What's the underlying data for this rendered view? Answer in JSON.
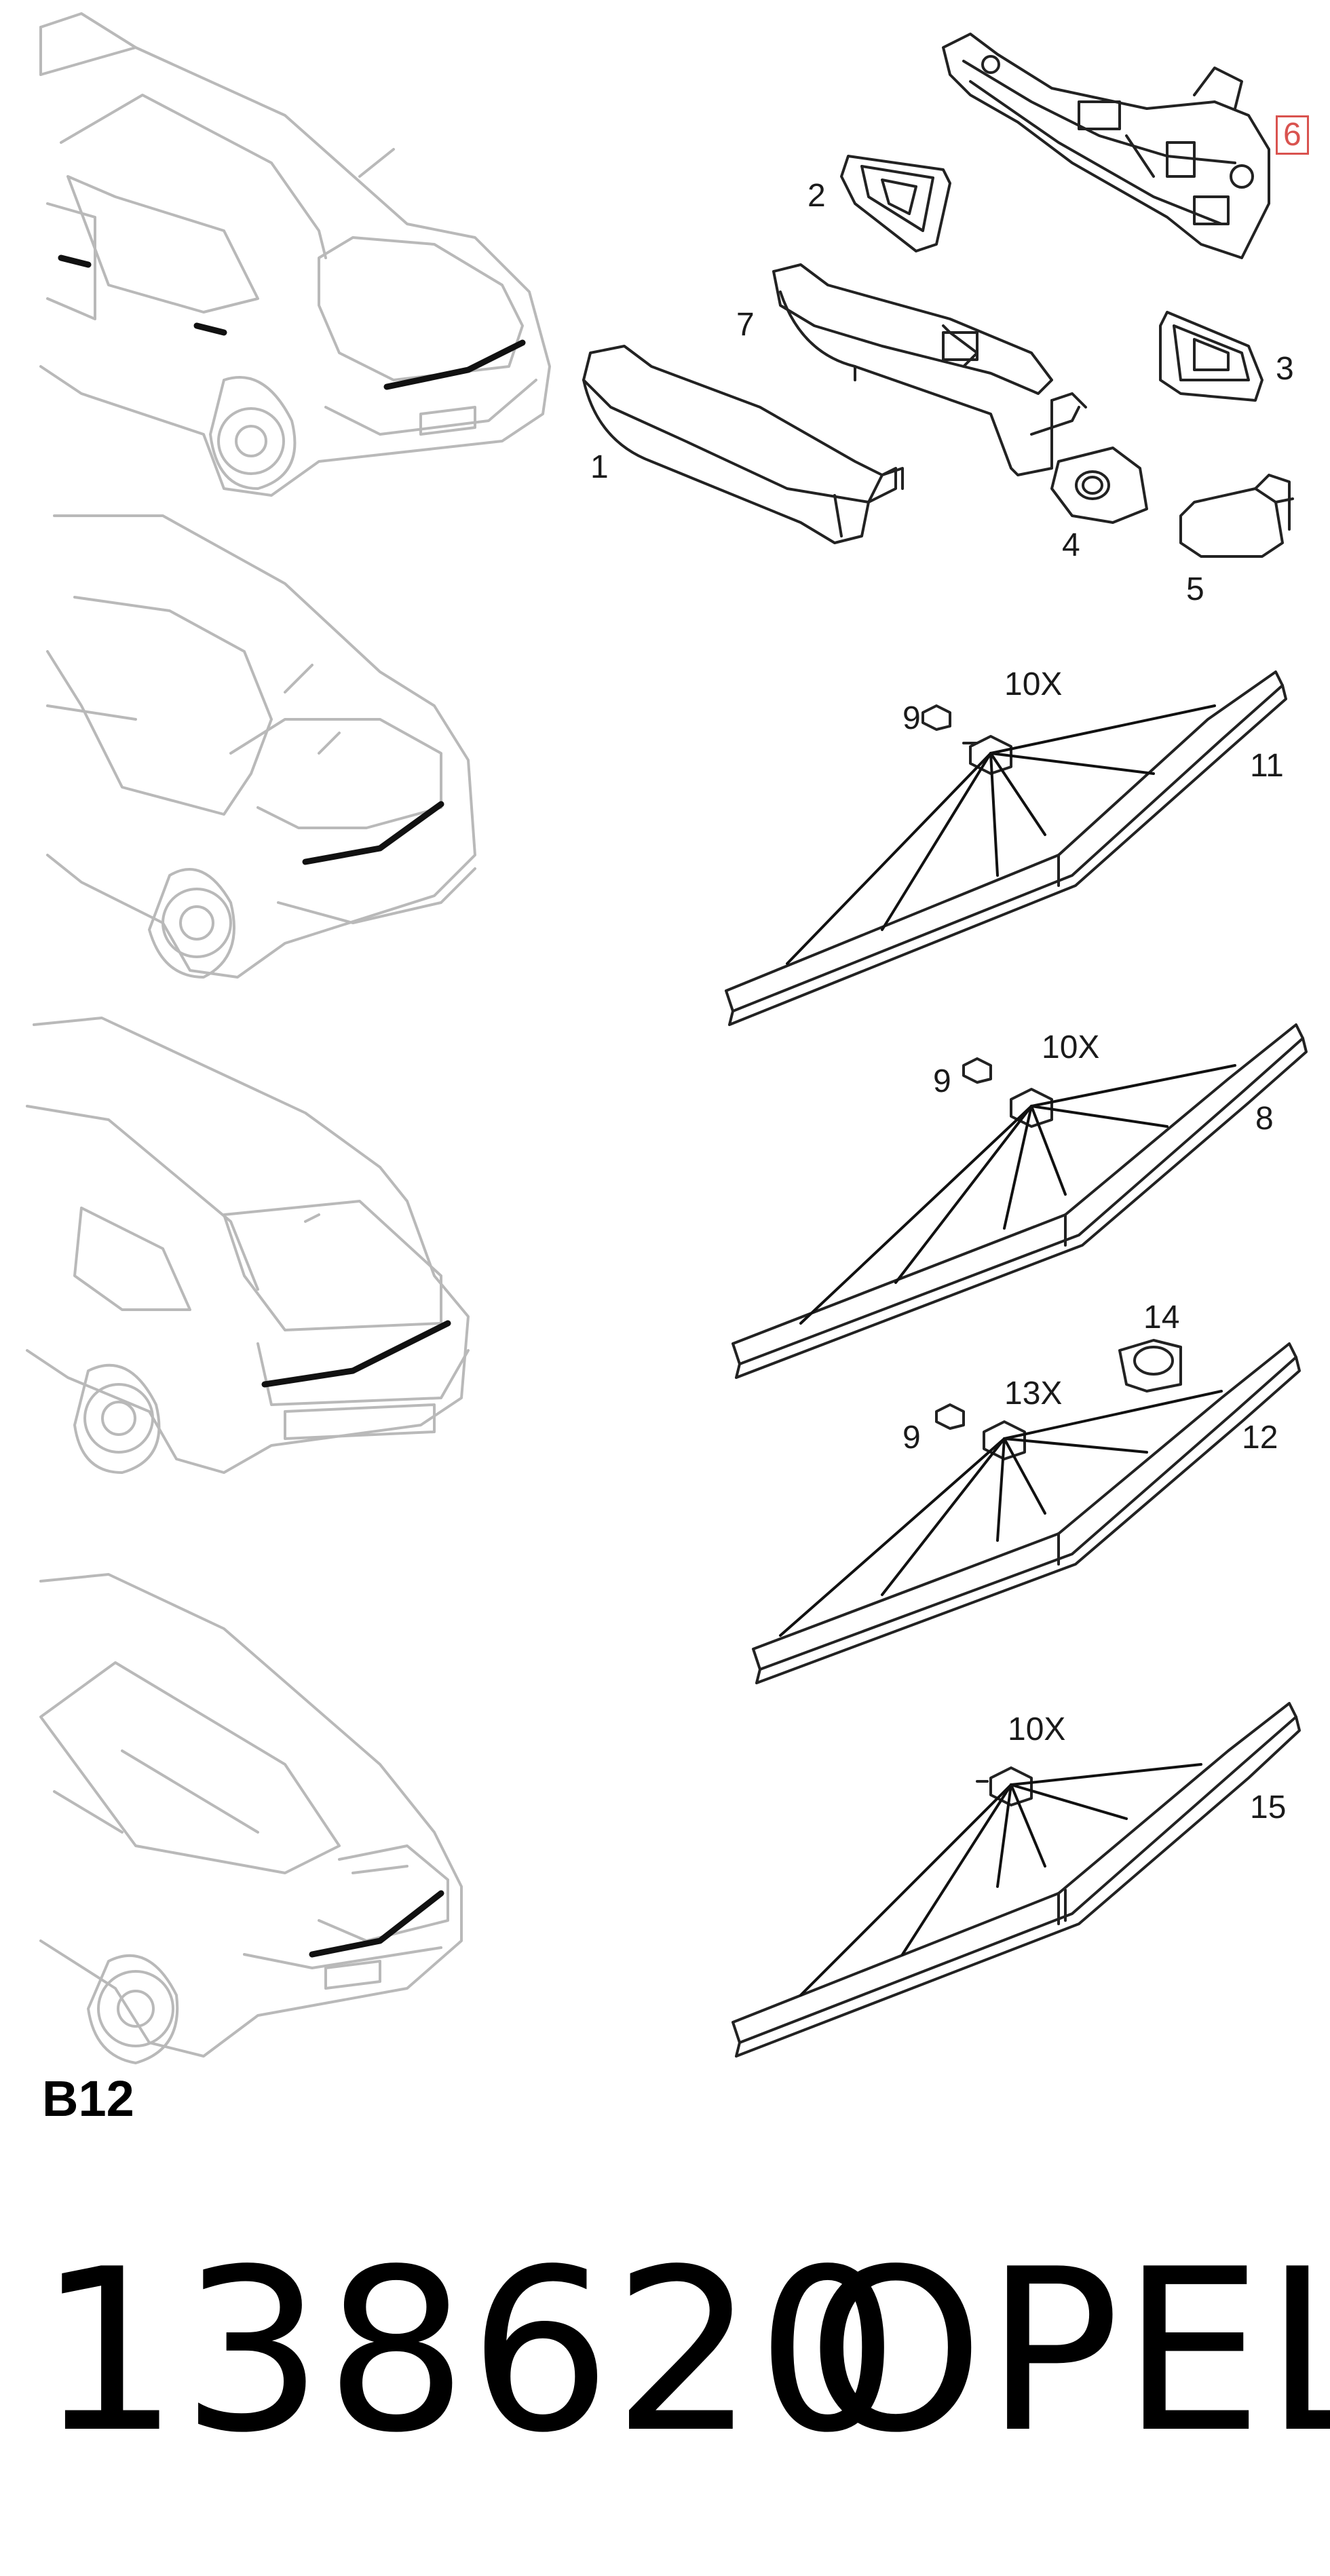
{
  "callouts": {
    "c1": "1",
    "c2": "2",
    "c3": "3",
    "c4": "4",
    "c5": "5",
    "c6": "6",
    "c7": "7",
    "c8": "8",
    "c9a": "9",
    "c9b": "9",
    "c9c": "9",
    "c10a": "10X",
    "c10b": "10X",
    "c10c": "10X",
    "c11": "11",
    "c12": "12",
    "c13": "13X",
    "c14": "14",
    "c15": "15"
  },
  "section_code": "B12",
  "footer": {
    "part_number": "138620",
    "brand": "OPEL"
  },
  "colors": {
    "line": "#222222",
    "car_outline": "#b9b9b9",
    "highlight_box": "#d9534f"
  }
}
